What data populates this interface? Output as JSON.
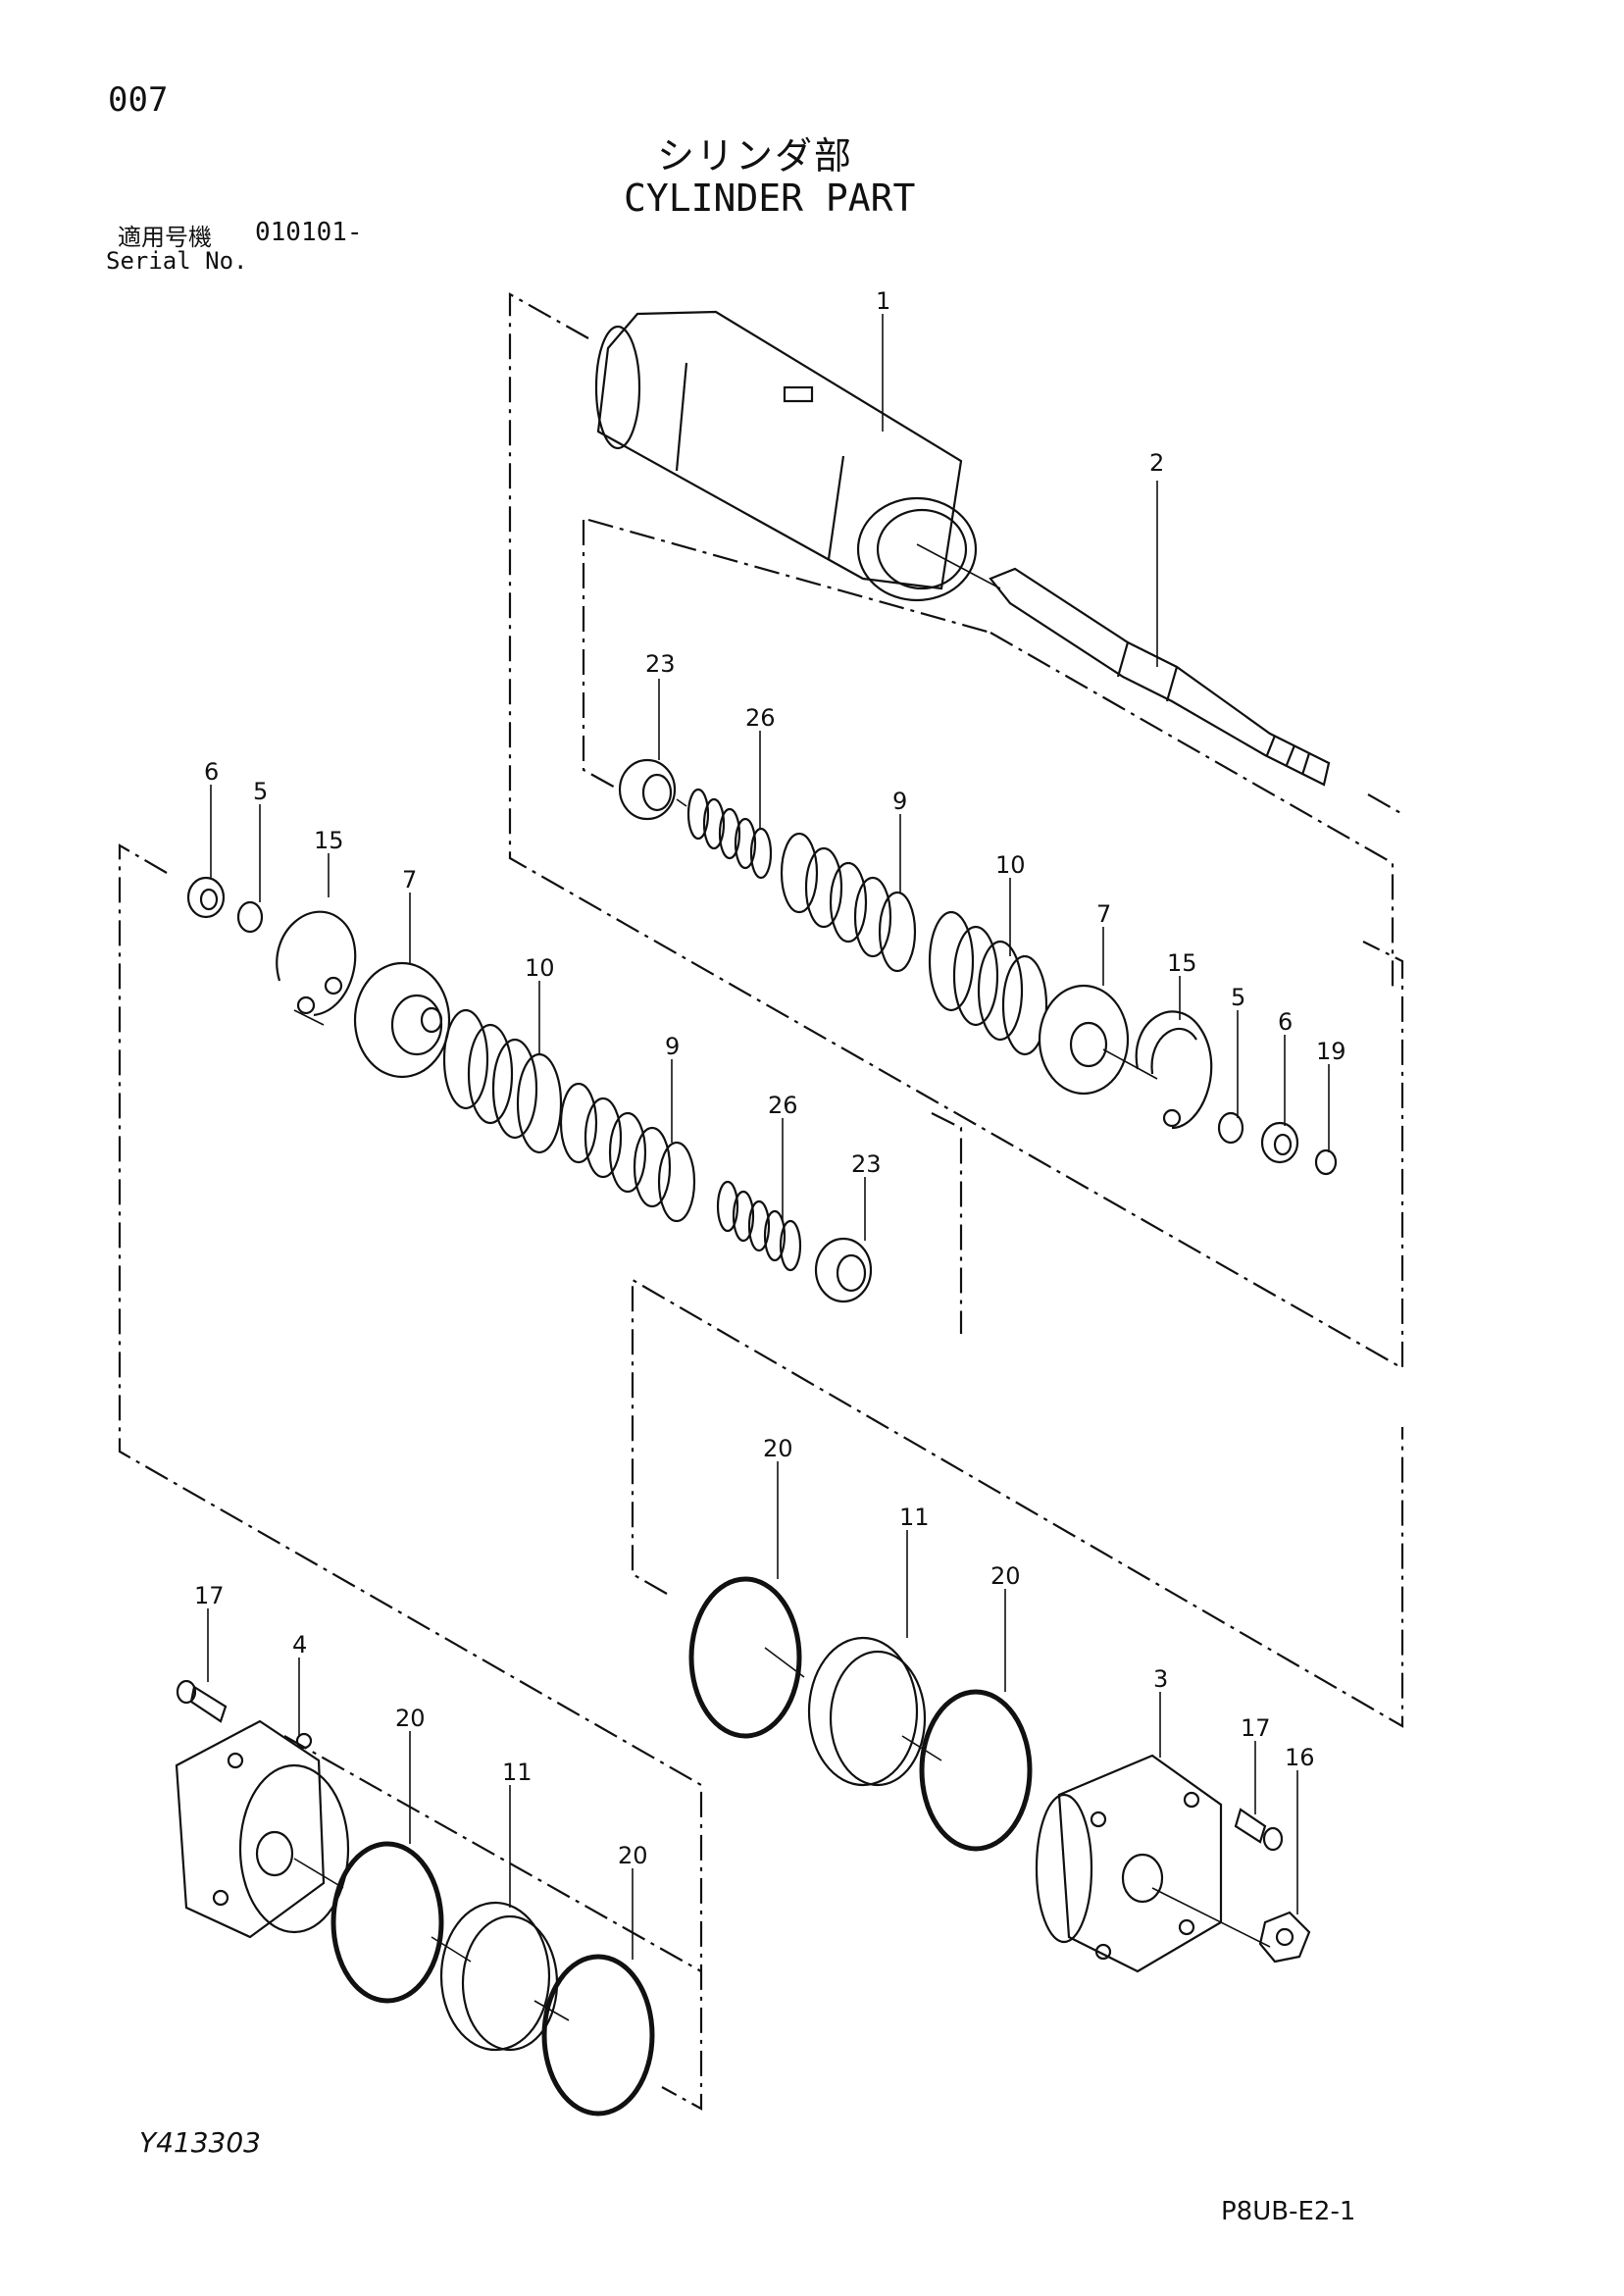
{
  "header": {
    "page_number": "007",
    "title_jp": "シリンダ部",
    "title_en": "CYLINDER PART",
    "serial_label_jp": "適用号機",
    "serial_value": "010101-",
    "serial_label_en": "Serial No."
  },
  "footer": {
    "drawing_id": "Y413303",
    "part_code": "P8UB-E2-1"
  },
  "callouts": [
    "1",
    "2",
    "23",
    "26",
    "9",
    "10",
    "7",
    "15",
    "5",
    "6",
    "19",
    "6",
    "5",
    "15",
    "7",
    "10",
    "9",
    "26",
    "23",
    "20",
    "11",
    "20",
    "3",
    "17",
    "16",
    "17",
    "4",
    "20",
    "11",
    "20"
  ]
}
